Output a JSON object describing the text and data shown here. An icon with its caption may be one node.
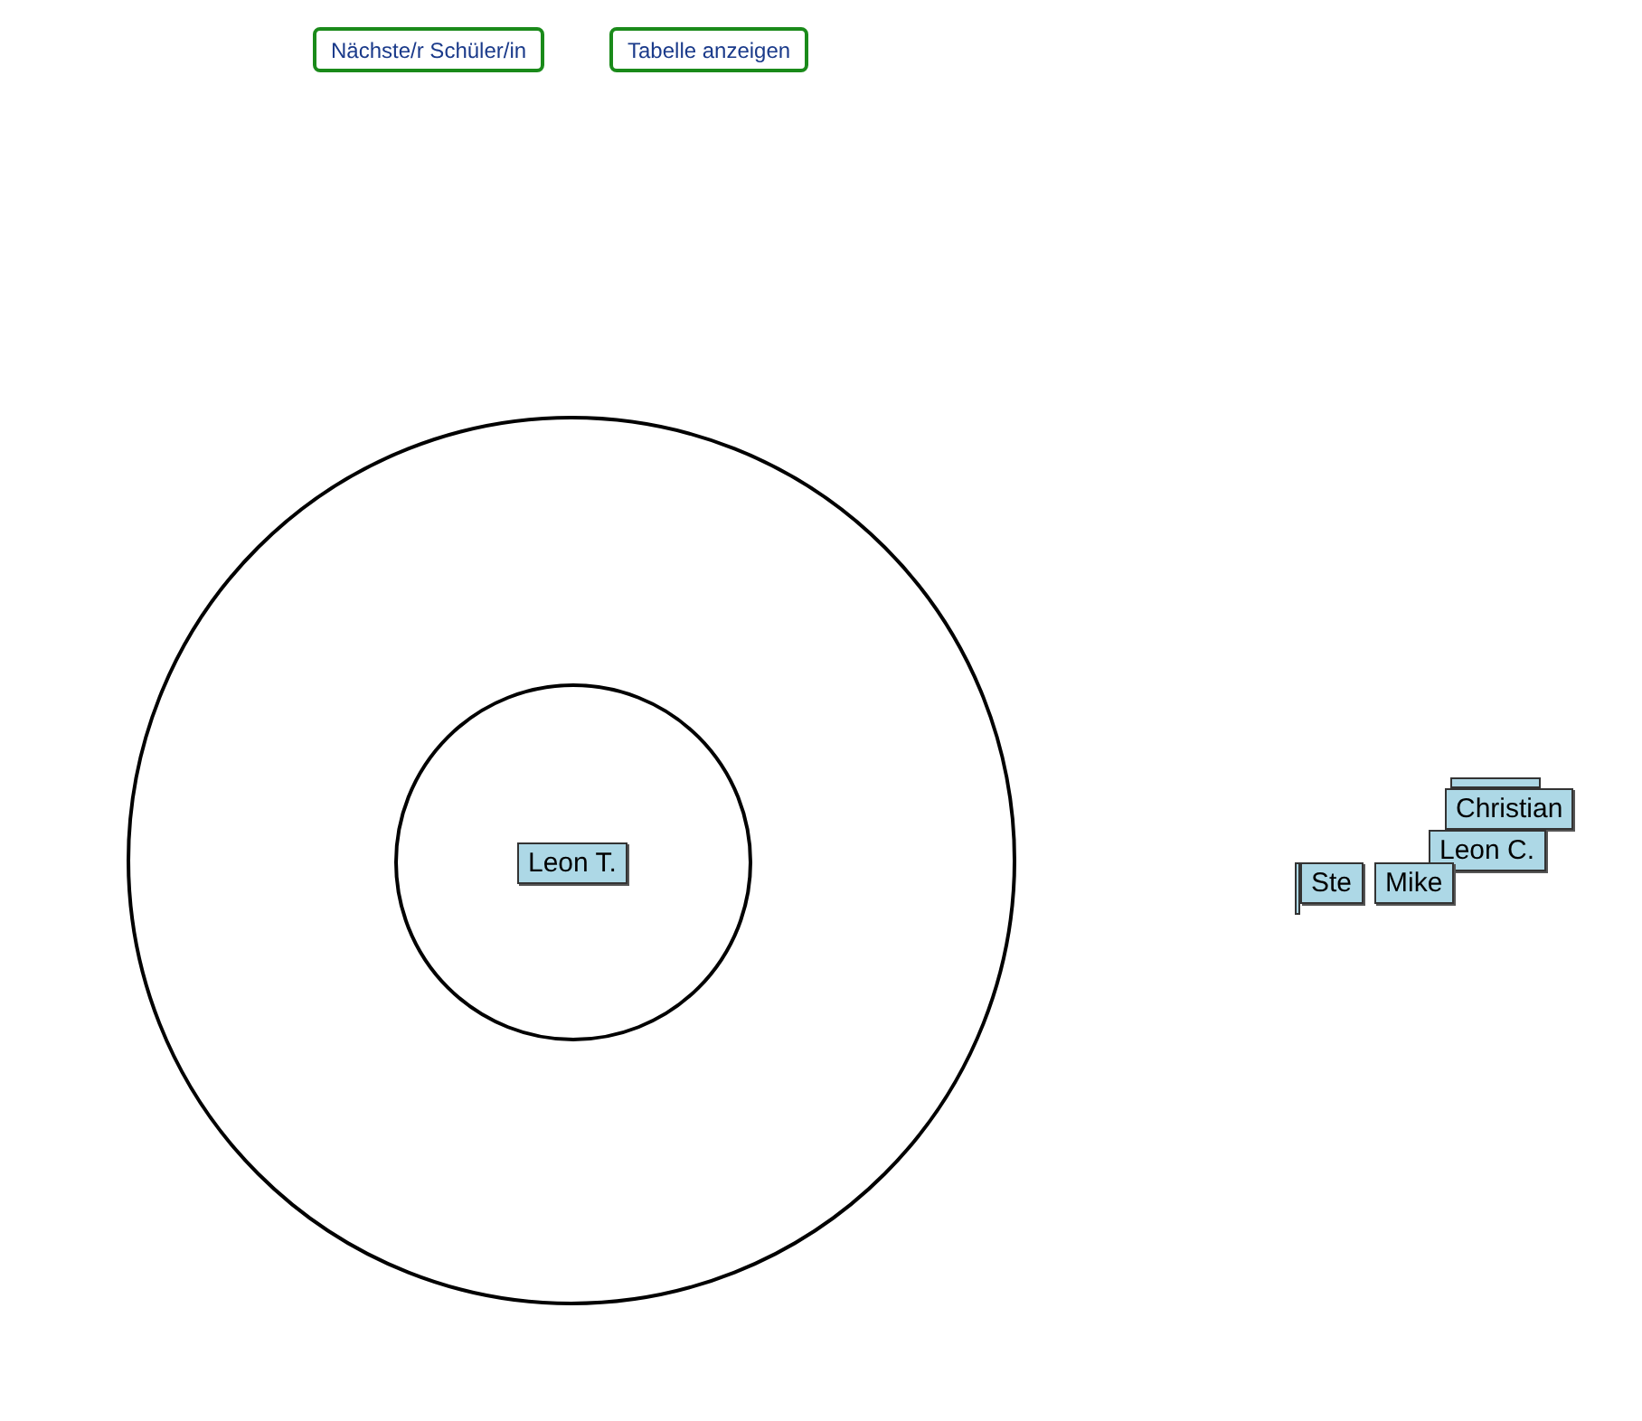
{
  "diagram": {
    "nodes": [
      {
        "text": [],
        "shape": "circle"
      },
      {
        "text": [],
        "shape": "circle",
        "in": 0
      },
      {
        "text": [
          "Leon T."
        ],
        "in": 1
      },
      {
        "text": [],
        "shape": "box"
      },
      {
        "text": [
          "Christian"
        ]
      },
      {
        "text": [
          "Leon C."
        ]
      },
      {
        "text": [],
        "shape": "box"
      },
      {
        "text": [
          "Ste"
        ]
      },
      {
        "text": [
          "Mike"
        ]
      }
    ],
    "edges": [],
    "labels": [
      "Nächste/r Schüler/in",
      "Tabelle anzeigen"
    ]
  }
}
